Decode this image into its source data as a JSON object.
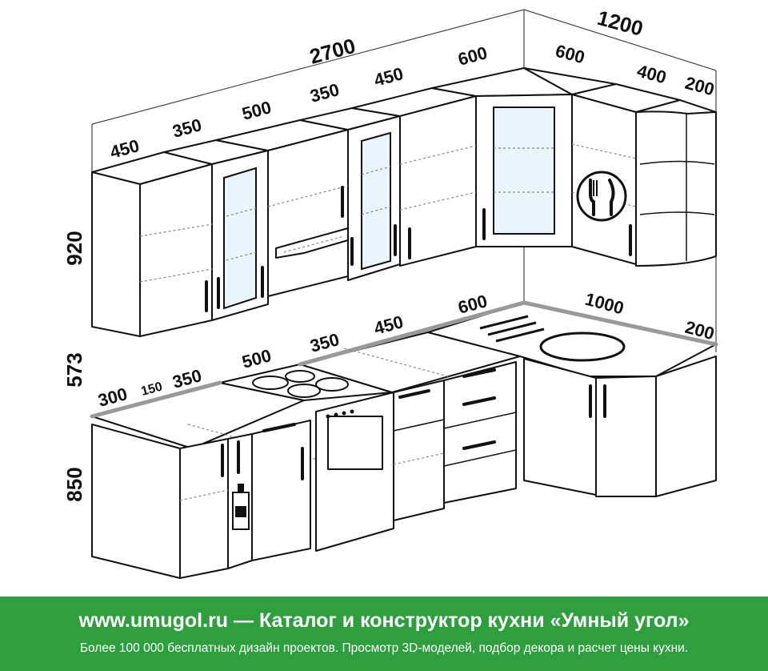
{
  "dimensions": {
    "top_total": "2700",
    "top_corner": "1200",
    "top_upper": [
      "450",
      "350",
      "500",
      "350",
      "450",
      "600",
      "600",
      "400",
      "200"
    ],
    "height_upper": "920",
    "height_gap": "573",
    "height_lower": "850",
    "counter_lower": [
      "300",
      "150",
      "350",
      "500",
      "350",
      "450",
      "600",
      "1000",
      "200"
    ]
  },
  "banner": {
    "title": "www.umugol.ru — Каталог и конструктор кухни «Умный угол»",
    "subtitle": "Более 100 000 бесплатных дизайн проектов. Просмотр 3D-моделей, подбор декора и расчет цены кухни.",
    "background": "#2e9e3e"
  }
}
